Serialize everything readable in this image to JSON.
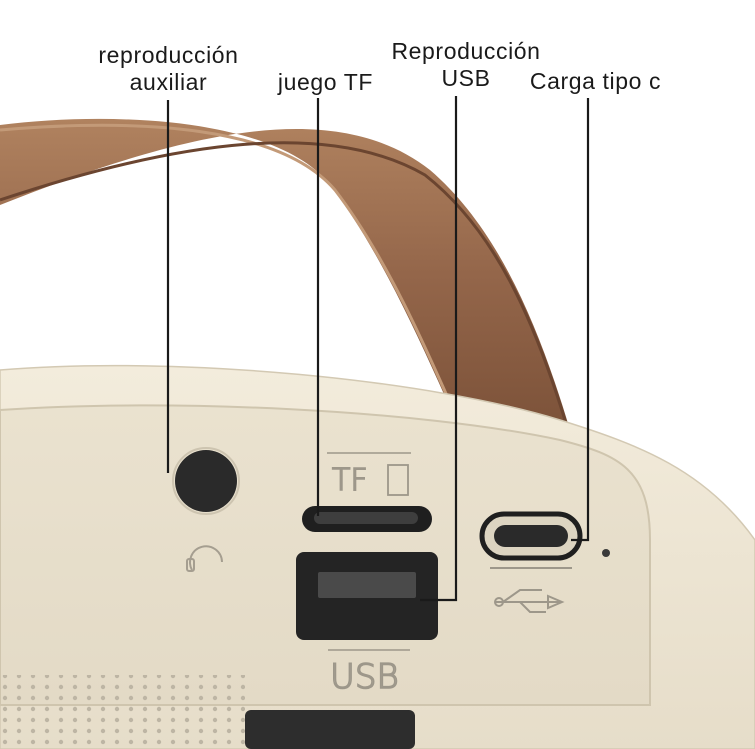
{
  "callouts": {
    "aux": {
      "line1": "reproducción",
      "line2": "auxiliar"
    },
    "tf": {
      "line1": "juego TF"
    },
    "usb": {
      "line1": "Reproducción",
      "line2": "USB"
    },
    "typec": {
      "line1": "Carga tipo c"
    }
  },
  "port_labels": {
    "tf": "TF",
    "usb": "USB"
  },
  "colors": {
    "body": "#ece4d2",
    "strap": "#9a6c4e",
    "leader_line": "#1a1a1a",
    "text": "#1a1a1a",
    "port_dark": "#2a2a2a"
  },
  "icons": {
    "aux_symbol": "headphone-icon",
    "usb_symbol": "usb-icon",
    "indicator": "led-indicator-icon"
  }
}
